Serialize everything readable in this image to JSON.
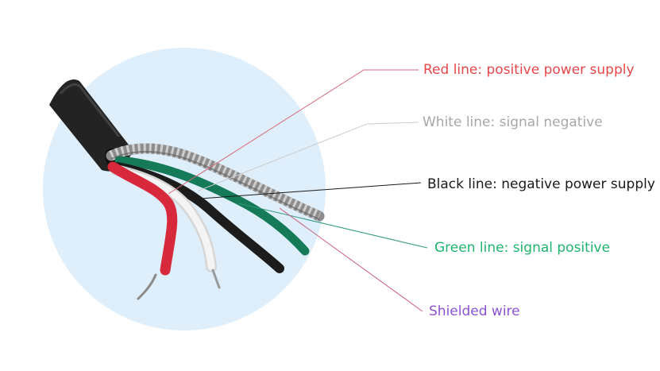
{
  "labels": {
    "red": {
      "text": "Red line: positive power supply",
      "color": "#e8474a"
    },
    "white": {
      "text": "White line: signal negative",
      "color": "#a7a7a7"
    },
    "black": {
      "text": "Black line: negative power supply",
      "color": "#1a1a1a"
    },
    "green": {
      "text": "Green line: signal positive",
      "color": "#1fb36d"
    },
    "shield": {
      "text": "Shielded wire",
      "color": "#8b53d6"
    }
  },
  "colors": {
    "circle": "#deeefa",
    "cable_jacket": "#232323",
    "wire_red": "#d8293c",
    "wire_white": "#f2f2f2",
    "wire_black": "#1c1c1c",
    "wire_green": "#147a57",
    "shield_braid": "#8d8d8d",
    "leader_red": "#d86a7a",
    "leader_white": "#cccccc",
    "leader_black": "#1a1a1a",
    "leader_green": "#2f9b7c",
    "leader_shield": "#c95a77"
  }
}
